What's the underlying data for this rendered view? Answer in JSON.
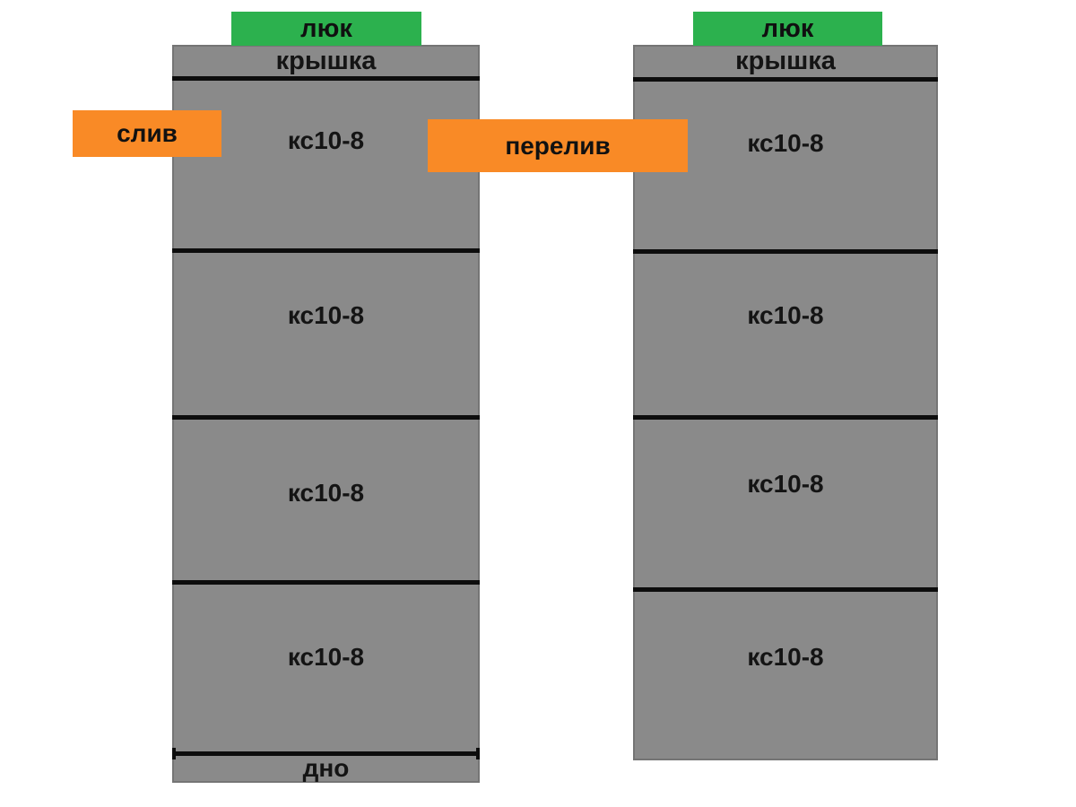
{
  "colors": {
    "background": "#ffffff",
    "well_gray": "#8a8a8a",
    "well_border_gray": "#757575",
    "hatch_green": "#2cb14e",
    "annotation_orange": "#f98a26",
    "line_black": "#0d0d0d",
    "text_dark": "#141414"
  },
  "left_well": {
    "hatch_label": "люк",
    "lid_label": "крышка",
    "rings": [
      "кс10-8",
      "кс10-8",
      "кс10-8",
      "кс10-8"
    ],
    "bottom_label": "дно"
  },
  "right_well": {
    "hatch_label": "люк",
    "lid_label": "крышка",
    "rings": [
      "кс10-8",
      "кс10-8",
      "кс10-8",
      "кс10-8"
    ]
  },
  "annotations": {
    "drain_label": "слив",
    "overflow_label": "перелив"
  }
}
